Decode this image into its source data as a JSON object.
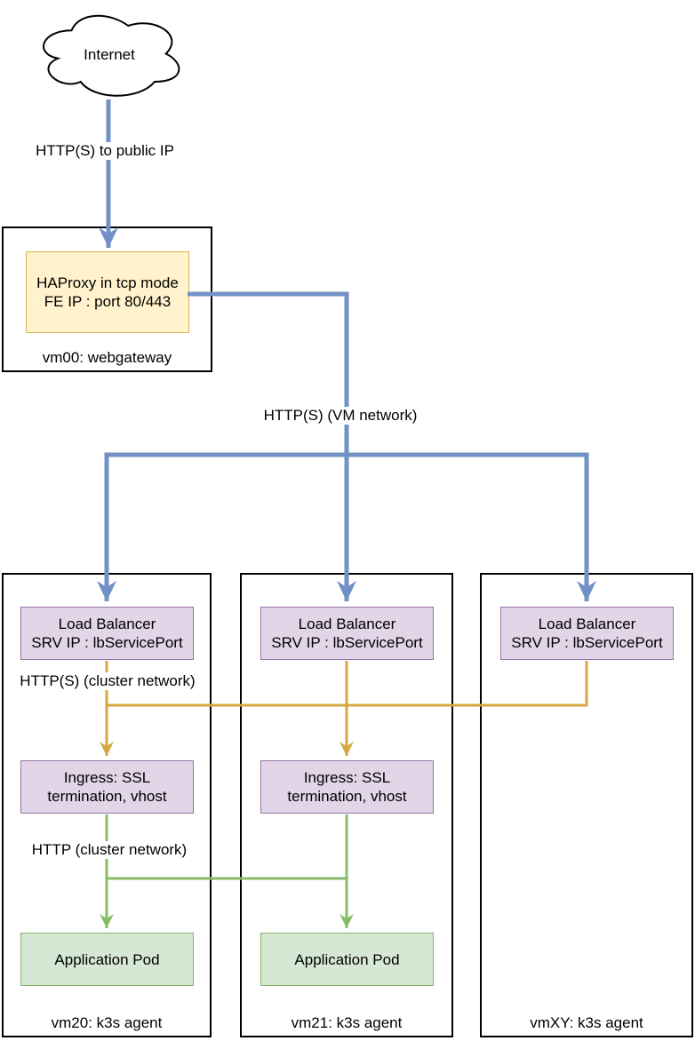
{
  "colors": {
    "edge-blue": "#7291C6",
    "edge-gold": "#D5A743",
    "edge-green": "#89BC68",
    "box-border": "#000000",
    "yellow-fill": "#FFF2CC",
    "yellow-border": "#D6B656",
    "purple-fill": "#E1D5E7",
    "purple-border": "#9673A6",
    "green-fill": "#D5E8D4",
    "green-border": "#82B366"
  },
  "internet": {
    "label": "Internet"
  },
  "edges": {
    "to_public_ip": "HTTP(S) to public IP",
    "vm_network": "HTTP(S) (VM network)",
    "cluster_network_https": "HTTP(S) (cluster network)",
    "cluster_network_http": "HTTP (cluster network)"
  },
  "gateway": {
    "vm_label": "vm00: webgateway",
    "haproxy": {
      "line1": "HAProxy in tcp mode",
      "line2": "FE IP : port 80/443"
    }
  },
  "nodes": {
    "load_balancer": {
      "line1": "Load Balancer",
      "line2": "SRV IP : lbServicePort"
    },
    "ingress": {
      "line1": "Ingress: SSL",
      "line2": "termination, vhost"
    },
    "app_pod": {
      "label": "Application Pod"
    }
  },
  "agents": [
    {
      "vm_label": "vm20: k3s agent"
    },
    {
      "vm_label": "vm21: k3s agent"
    },
    {
      "vm_label": "vmXY: k3s agent"
    }
  ]
}
